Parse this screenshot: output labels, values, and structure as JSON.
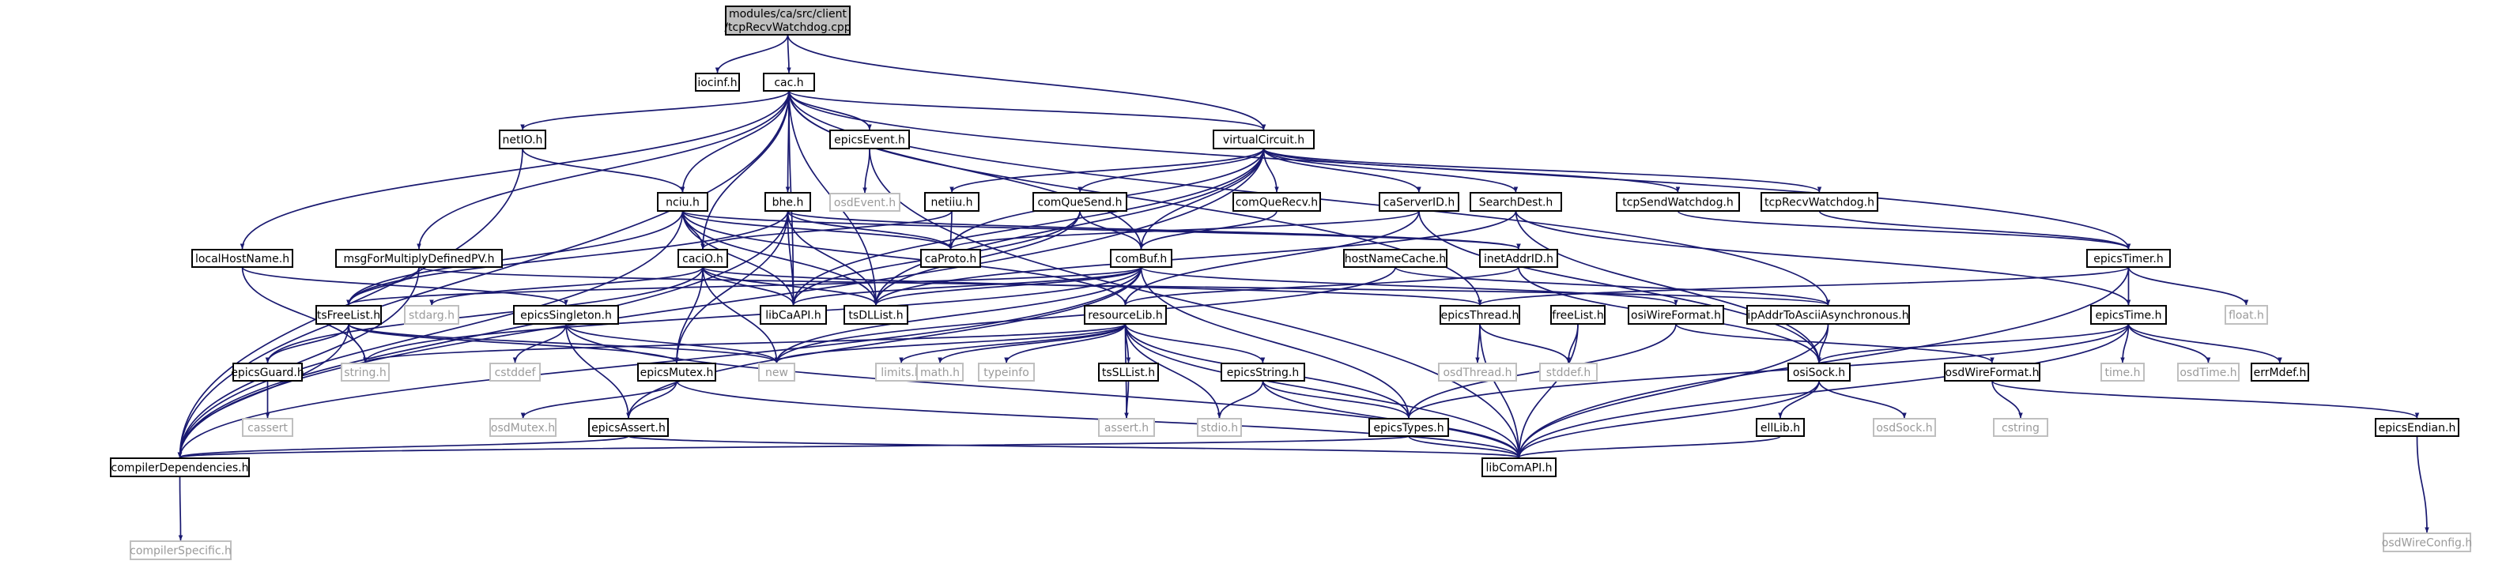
{
  "graph": {
    "root_lines": [
      "modules/ca/src/client",
      "/tcpRecvWatchdog.cpp"
    ],
    "node_labels": {
      "root": "modules/ca/src/client/tcpRecvWatchdog.cpp",
      "iocinf": "iocinf.h",
      "cac": "cac.h",
      "netIO": "netIO.h",
      "epicsEvent": "epicsEvent.h",
      "virtualCircuit": "virtualCircuit.h",
      "nciu": "nciu.h",
      "bhe": "bhe.h",
      "osdEvent": "osdEvent.h",
      "netiiu": "netiiu.h",
      "comQueSend": "comQueSend.h",
      "comQueRecv": "comQueRecv.h",
      "caServerID": "caServerID.h",
      "SearchDest": "SearchDest.h",
      "tcpSendWatchdog": "tcpSendWatchdog.h",
      "tcpRecvWatchdog": "tcpRecvWatchdog.h",
      "epicsTimer": "epicsTimer.h",
      "localHostName": "localHostName.h",
      "msgForMultiplyDefinedPV": "msgForMultiplyDefinedPV.h",
      "caProto": "caProto.h",
      "caciO": "caciO.h",
      "comBuf": "comBuf.h",
      "hostNameCache": "hostNameCache.h",
      "inetAddrID": "inetAddrID.h",
      "float": "float.h",
      "tsFreeList": "tsFreeList.h",
      "stdarg": "stdarg.h",
      "epicsSingleton": "epicsSingleton.h",
      "libCaAPI": "libCaAPI.h",
      "tsDLList": "tsDLList.h",
      "resourceLib": "resourceLib.h",
      "epicsThread": "epicsThread.h",
      "freeList": "freeList.h",
      "osiWireFormat": "osiWireFormat.h",
      "ipAddrToAsciiAsynchronous": "ipAddrToAsciiAsynchronous.h",
      "epicsTime": "epicsTime.h",
      "epicsGuard": "epicsGuard.h",
      "stringh": "string.h",
      "cstddef": "cstddef",
      "new": "new",
      "epicsMutex": "epicsMutex.h",
      "limits": "limits.h",
      "math": "math.h",
      "typeinfo": "typeinfo",
      "tsSLList": "tsSLList.h",
      "epicsString": "epicsString.h",
      "osdThread": "osdThread.h",
      "stddef": "stddef.h",
      "osdWireFormat": "osdWireFormat.h",
      "osiSock": "osiSock.h",
      "timeh": "time.h",
      "osdTime": "osdTime.h",
      "errMdef": "errMdef.h",
      "cassert": "cassert",
      "osdMutex": "osdMutex.h",
      "epicsAssert": "epicsAssert.h",
      "assert": "assert.h",
      "stdio": "stdio.h",
      "epicsTypes": "epicsTypes.h",
      "ellLib": "ellLib.h",
      "osdSock": "osdSock.h",
      "cstring": "cstring",
      "epicsEndian": "epicsEndian.h",
      "compilerDependencies": "compilerDependencies.h",
      "libComAPI": "libComAPI.h",
      "compilerSpecific": "compilerSpecific.h",
      "osdWireConfig": "osdWireConfig.h"
    },
    "external_nodes": [
      "osdEvent",
      "float",
      "stdarg",
      "stringh",
      "cstddef",
      "new",
      "limits",
      "math",
      "typeinfo",
      "osdThread",
      "stddef",
      "timeh",
      "osdTime",
      "cassert",
      "osdMutex",
      "assert",
      "stdio",
      "osdSock",
      "cstring",
      "compilerSpecific",
      "osdWireConfig"
    ],
    "edges": [
      [
        "root",
        "iocinf"
      ],
      [
        "root",
        "cac"
      ],
      [
        "root",
        "virtualCircuit"
      ],
      [
        "cac",
        "netIO"
      ],
      [
        "cac",
        "epicsEvent"
      ],
      [
        "cac",
        "virtualCircuit"
      ],
      [
        "cac",
        "nciu"
      ],
      [
        "cac",
        "bhe"
      ],
      [
        "cac",
        "localHostName"
      ],
      [
        "cac",
        "msgForMultiplyDefinedPV"
      ],
      [
        "cac",
        "caciO"
      ],
      [
        "cac",
        "comBuf"
      ],
      [
        "cac",
        "tsDLList"
      ],
      [
        "cac",
        "epicsTimer"
      ],
      [
        "cac",
        "compilerDependencies"
      ],
      [
        "cac",
        "ipAddrToAsciiAsynchronous"
      ],
      [
        "cac",
        "epicsThread"
      ],
      [
        "cac",
        "libCaAPI"
      ],
      [
        "netIO",
        "nciu"
      ],
      [
        "netIO",
        "compilerDependencies"
      ],
      [
        "epicsEvent",
        "osdEvent"
      ],
      [
        "epicsEvent",
        "libComAPI"
      ],
      [
        "virtualCircuit",
        "netiiu"
      ],
      [
        "virtualCircuit",
        "comQueSend"
      ],
      [
        "virtualCircuit",
        "comQueRecv"
      ],
      [
        "virtualCircuit",
        "caServerID"
      ],
      [
        "virtualCircuit",
        "SearchDest"
      ],
      [
        "virtualCircuit",
        "tcpSendWatchdog"
      ],
      [
        "virtualCircuit",
        "tcpRecvWatchdog"
      ],
      [
        "virtualCircuit",
        "tsDLList"
      ],
      [
        "virtualCircuit",
        "libCaAPI"
      ],
      [
        "virtualCircuit",
        "caProto"
      ],
      [
        "virtualCircuit",
        "comBuf"
      ],
      [
        "virtualCircuit",
        "compilerDependencies"
      ],
      [
        "nciu",
        "caciO"
      ],
      [
        "nciu",
        "caProto"
      ],
      [
        "nciu",
        "tsDLList"
      ],
      [
        "nciu",
        "libCaAPI"
      ],
      [
        "nciu",
        "tsFreeList"
      ],
      [
        "nciu",
        "resourceLib"
      ],
      [
        "nciu",
        "compilerDependencies"
      ],
      [
        "nciu",
        "inetAddrID"
      ],
      [
        "bhe",
        "caProto"
      ],
      [
        "bhe",
        "tsDLList"
      ],
      [
        "bhe",
        "libCaAPI"
      ],
      [
        "bhe",
        "inetAddrID"
      ],
      [
        "bhe",
        "epicsMutex"
      ],
      [
        "bhe",
        "tsFreeList"
      ],
      [
        "bhe",
        "compilerDependencies"
      ],
      [
        "netiiu",
        "caProto"
      ],
      [
        "netiiu",
        "caciO"
      ],
      [
        "comQueSend",
        "comBuf"
      ],
      [
        "comQueSend",
        "tsDLList"
      ],
      [
        "comQueSend",
        "libCaAPI"
      ],
      [
        "comQueRecv",
        "comBuf"
      ],
      [
        "caServerID",
        "osiSock"
      ],
      [
        "caServerID",
        "resourceLib"
      ],
      [
        "caServerID",
        "caProto"
      ],
      [
        "SearchDest",
        "tsDLList"
      ],
      [
        "SearchDest",
        "osiSock"
      ],
      [
        "SearchDest",
        "epicsTime"
      ],
      [
        "tcpSendWatchdog",
        "epicsTimer"
      ],
      [
        "tcpRecvWatchdog",
        "epicsTimer"
      ],
      [
        "epicsTimer",
        "epicsTime"
      ],
      [
        "epicsTimer",
        "float"
      ],
      [
        "epicsTimer",
        "epicsThread"
      ],
      [
        "epicsTimer",
        "libComAPI"
      ],
      [
        "localHostName",
        "epicsSingleton"
      ],
      [
        "localHostName",
        "stringh"
      ],
      [
        "msgForMultiplyDefinedPV",
        "ipAddrToAsciiAsynchronous"
      ],
      [
        "msgForMultiplyDefinedPV",
        "tsFreeList"
      ],
      [
        "msgForMultiplyDefinedPV",
        "compilerDependencies"
      ],
      [
        "caciO",
        "tsDLList"
      ],
      [
        "caciO",
        "epicsMutex"
      ],
      [
        "caciO",
        "epicsGuard"
      ],
      [
        "caciO",
        "stdarg"
      ],
      [
        "caciO",
        "libCaAPI"
      ],
      [
        "caciO",
        "new"
      ],
      [
        "caciO",
        "epicsThread"
      ],
      [
        "comBuf",
        "new"
      ],
      [
        "comBuf",
        "stringh"
      ],
      [
        "comBuf",
        "epicsAssert"
      ],
      [
        "comBuf",
        "epicsTypes"
      ],
      [
        "comBuf",
        "osiWireFormat"
      ],
      [
        "comBuf",
        "tsDLList"
      ],
      [
        "comBuf",
        "tsFreeList"
      ],
      [
        "comBuf",
        "compilerDependencies"
      ],
      [
        "comBuf",
        "libCaAPI"
      ],
      [
        "hostNameCache",
        "ipAddrToAsciiAsynchronous"
      ],
      [
        "hostNameCache",
        "new"
      ],
      [
        "inetAddrID",
        "osiSock"
      ],
      [
        "inetAddrID",
        "resourceLib"
      ],
      [
        "tsFreeList",
        "epicsMutex"
      ],
      [
        "tsFreeList",
        "epicsGuard"
      ],
      [
        "tsFreeList",
        "stringh"
      ],
      [
        "tsFreeList",
        "new"
      ],
      [
        "tsFreeList",
        "compilerDependencies"
      ],
      [
        "epicsSingleton",
        "new"
      ],
      [
        "epicsSingleton",
        "cstddef"
      ],
      [
        "epicsSingleton",
        "epicsAssert"
      ],
      [
        "epicsSingleton",
        "libComAPI"
      ],
      [
        "resourceLib",
        "new"
      ],
      [
        "resourceLib",
        "stringh"
      ],
      [
        "resourceLib",
        "limits"
      ],
      [
        "resourceLib",
        "math"
      ],
      [
        "resourceLib",
        "typeinfo"
      ],
      [
        "resourceLib",
        "tsSLList"
      ],
      [
        "resourceLib",
        "epicsString"
      ],
      [
        "resourceLib",
        "assert"
      ],
      [
        "resourceLib",
        "stdio"
      ],
      [
        "resourceLib",
        "libComAPI"
      ],
      [
        "resourceLib",
        "epicsTypes"
      ],
      [
        "epicsThread",
        "osdThread"
      ],
      [
        "epicsThread",
        "stddef"
      ],
      [
        "epicsThread",
        "libComAPI"
      ],
      [
        "freeList",
        "stddef"
      ],
      [
        "freeList",
        "libComAPI"
      ],
      [
        "osiWireFormat",
        "osdWireFormat"
      ],
      [
        "osiWireFormat",
        "epicsTypes"
      ],
      [
        "ipAddrToAsciiAsynchronous",
        "osiSock"
      ],
      [
        "ipAddrToAsciiAsynchronous",
        "libComAPI"
      ],
      [
        "epicsTime",
        "timeh"
      ],
      [
        "epicsTime",
        "osdTime"
      ],
      [
        "epicsTime",
        "errMdef"
      ],
      [
        "epicsTime",
        "epicsTypes"
      ],
      [
        "epicsTime",
        "osiSock"
      ],
      [
        "epicsTime",
        "libComAPI"
      ],
      [
        "epicsGuard",
        "cassert"
      ],
      [
        "epicsMutex",
        "osdMutex"
      ],
      [
        "epicsMutex",
        "epicsAssert"
      ],
      [
        "epicsMutex",
        "libComAPI"
      ],
      [
        "tsSLList",
        "assert"
      ],
      [
        "epicsString",
        "stdio"
      ],
      [
        "epicsString",
        "epicsTypes"
      ],
      [
        "epicsString",
        "libComAPI"
      ],
      [
        "osdWireFormat",
        "cstring"
      ],
      [
        "osdWireFormat",
        "epicsEndian"
      ],
      [
        "osiSock",
        "osdSock"
      ],
      [
        "osiSock",
        "ellLib"
      ],
      [
        "osiSock",
        "libComAPI"
      ],
      [
        "epicsAssert",
        "compilerDependencies"
      ],
      [
        "epicsAssert",
        "libComAPI"
      ],
      [
        "epicsTypes",
        "compilerDependencies"
      ],
      [
        "epicsTypes",
        "libComAPI"
      ],
      [
        "ellLib",
        "libComAPI"
      ],
      [
        "epicsEndian",
        "osdWireConfig"
      ],
      [
        "compilerDependencies",
        "compilerSpecific"
      ]
    ]
  }
}
